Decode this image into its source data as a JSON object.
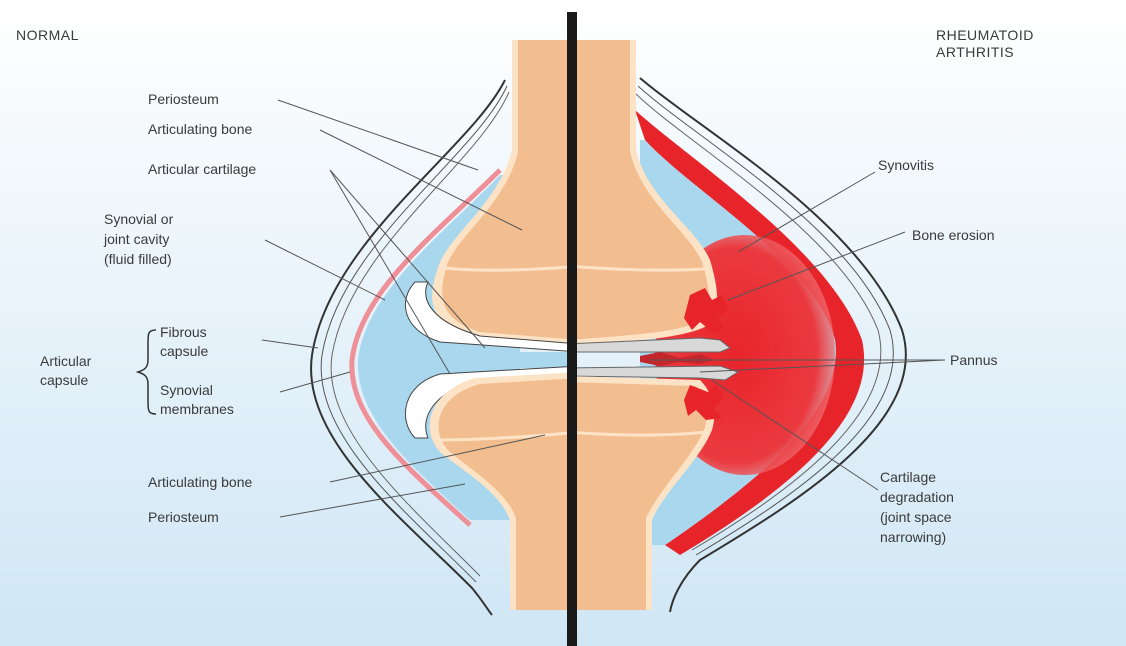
{
  "titles": {
    "normal": "NORMAL",
    "ra_line1": "RHEUMATOID",
    "ra_line2": "ARTHRITIS"
  },
  "normal_labels": {
    "periosteum_top": "Periosteum",
    "articulating_bone_top": "Articulating bone",
    "articular_cartilage": "Articular cartilage",
    "synovial_cavity_1": "Synovial or",
    "synovial_cavity_2": "joint cavity",
    "synovial_cavity_3": "(fluid filled)",
    "fibrous_capsule_1": "Fibrous",
    "fibrous_capsule_2": "capsule",
    "articular_capsule_1": "Articular",
    "articular_capsule_2": "capsule",
    "synovial_membranes_1": "Synovial",
    "synovial_membranes_2": "membranes",
    "articulating_bone_bottom": "Articulating bone",
    "periosteum_bottom": "Periosteum"
  },
  "ra_labels": {
    "synovitis": "Synovitis",
    "bone_erosion": "Bone erosion",
    "pannus": "Pannus",
    "cartilage_1": "Cartilage",
    "cartilage_2": "degradation",
    "cartilage_3": "(joint space",
    "cartilage_4": "narrowing)"
  },
  "colors": {
    "background_top": "#ffffff",
    "background_bottom": "#cfe6f5",
    "bone": "#f2bd8f",
    "bone_rim": "#fde3c6",
    "cartilage": "#ffffff",
    "synovial_fluid": "#a9d8ee",
    "synovial_membrane": "#ef8f98",
    "inflammation": "#e8242b",
    "divider": "#1a1a1a",
    "capsule_lines": "#333333"
  }
}
